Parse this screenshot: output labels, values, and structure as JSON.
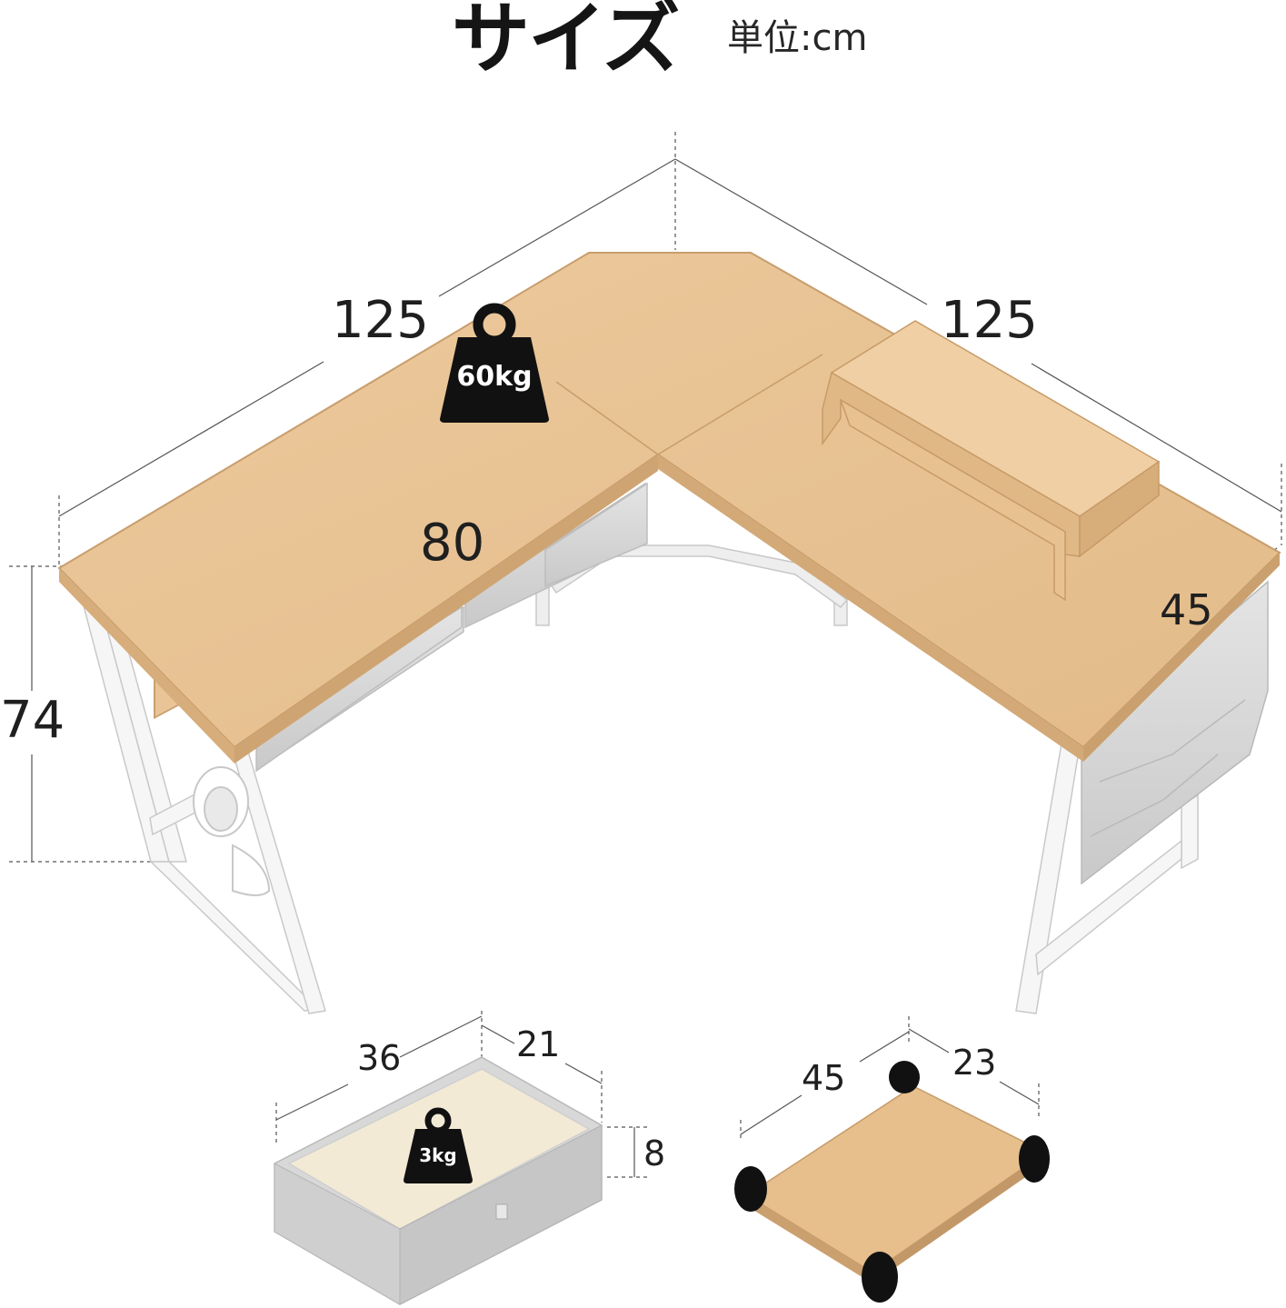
{
  "header": {
    "title": "サイズ",
    "unit_label": "単位:cm"
  },
  "desk": {
    "left_length": "125",
    "right_length": "125",
    "depth_left": "80",
    "depth_right": "45",
    "height": "74",
    "load_capacity": "60kg"
  },
  "drawer": {
    "length": "36",
    "width": "21",
    "height": "8",
    "load_capacity": "3kg"
  },
  "cpu_stand": {
    "length": "45",
    "width": "23"
  },
  "colors": {
    "wood": "#e8c497",
    "wood_dark": "#d2a877",
    "frame": "#f2f2f2",
    "fabric": "#d9d9d9",
    "weight_icon": "#111111"
  }
}
